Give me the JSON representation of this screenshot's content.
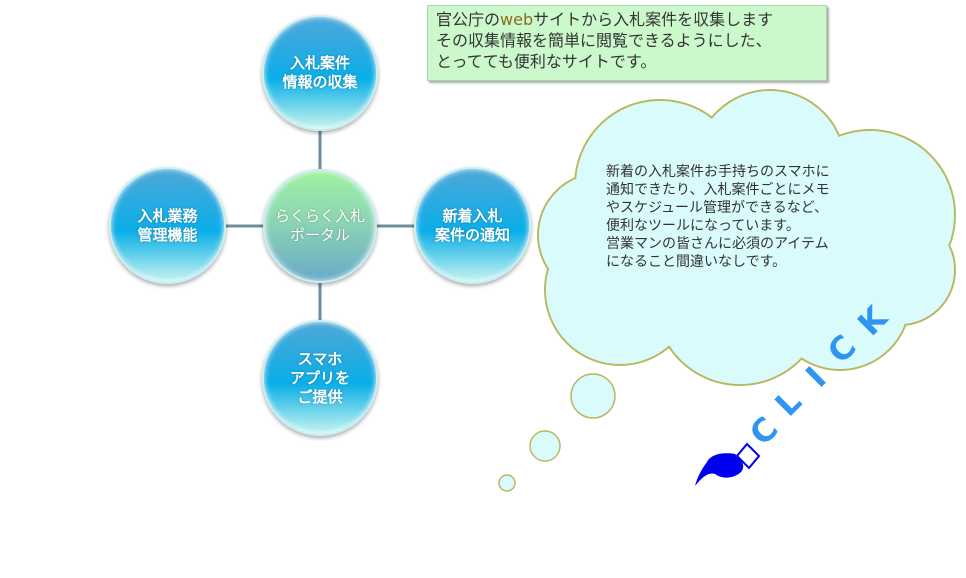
{
  "intro": {
    "line1_pre": "官公庁の",
    "line1_web": "web",
    "line1_post": "サイトから入札案件を収集します",
    "line2": "その収集情報を簡単に閲覧できるようにした、",
    "line3": "とってても便利なサイトです。"
  },
  "diagram": {
    "center": "らくらく入札\nポータル",
    "top": "入札案件\n情報の収集",
    "left": "入札業務\n管理機能",
    "right": "新着入札\n案件の通知",
    "bottom": "スマホ\nアプリを\nご提供"
  },
  "cloud": {
    "text": "新着の入札案件お手持ちのスマホに\n通知できたり、入札案件ごとにメモ\nやスケジュール管理ができるなど、\n便利なツールになっています。\n営業マンの皆さんに必須のアイテム\nになること間違いなしです。"
  },
  "click": {
    "letters": [
      "C",
      "L",
      "I",
      "C",
      "K"
    ],
    "icon": "pointing-hand-icon",
    "color": "#2f95f0"
  }
}
